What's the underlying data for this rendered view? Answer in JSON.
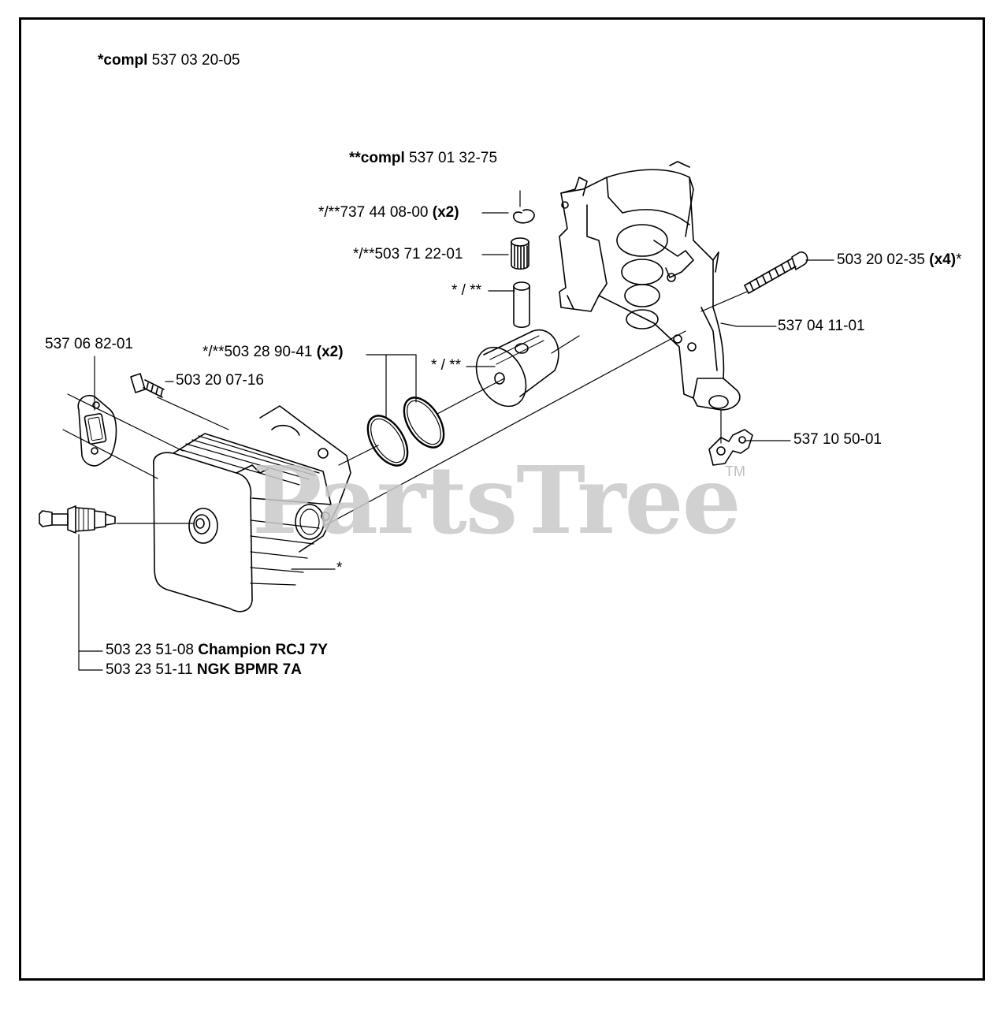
{
  "header": {
    "compl_assembly": {
      "prefix": "*compl",
      "number": "537 03 20-05"
    },
    "compl_piston": {
      "prefix": "**compl",
      "number": "537 01 32-75"
    }
  },
  "parts": {
    "circlip": {
      "prefix": "*/**",
      "number": "737 44 08-00",
      "qty": "(x2)"
    },
    "needle_bearing": {
      "prefix": "*/**",
      "number": "503 71 22-01"
    },
    "piston_pin": {
      "label": "* / **"
    },
    "piston_rings": {
      "prefix": "*/**",
      "number": "503 28 90-41",
      "qty": "(x2)"
    },
    "piston": {
      "label": "* / **"
    },
    "cylinder": {
      "label": "*"
    },
    "crankcase_screw": {
      "number": "503 20 02-35",
      "qty": "(x4)",
      "suffix": "*"
    },
    "crankcase": {
      "number": "537 04 11-01"
    },
    "clip": {
      "number": "537 10 50-01"
    },
    "gasket": {
      "number": "537 06 82-01"
    },
    "cylinder_screw": {
      "number": "503 20 07-16"
    },
    "spark_plug_champion": {
      "number": "503 23 51-08",
      "brand": "Champion RCJ 7Y"
    },
    "spark_plug_ngk": {
      "number": "503 23 51-11",
      "brand": "NGK BPMR 7A"
    }
  },
  "watermark": {
    "text": "PartsTree",
    "tm": "TM"
  },
  "colors": {
    "line": "#000000",
    "watermark": "#c9c9c9",
    "background": "#ffffff"
  }
}
